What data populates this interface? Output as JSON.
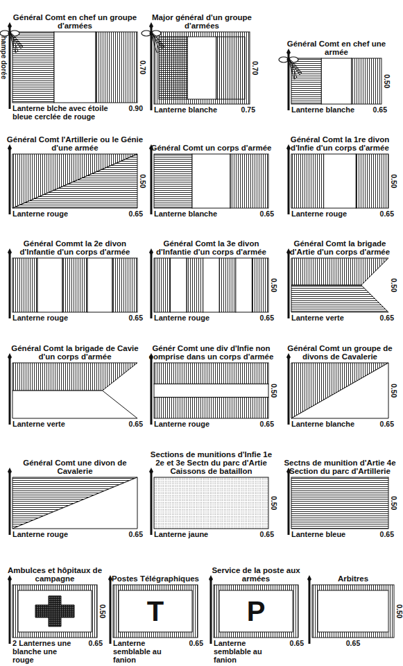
{
  "diagram": {
    "nodes": [
      {
        "text": [
          "Général Comt en chef un groupe d'armées",
          "Lanterne blche avec étoile bleue cerclée de rouge"
        ]
      },
      {
        "text": [
          "Major général d'un groupe d'armées",
          "Lanterne blanche"
        ]
      },
      {
        "text": [
          "Général Comt en chef une armée",
          "Lanterne blanche"
        ]
      },
      {
        "text": [
          "Général Comt l'Artillerie ou le Génie d'une armée",
          "Lanterne rouge"
        ]
      },
      {
        "text": [
          "Général Comt un corps d'armée",
          "Lanterne blanche"
        ]
      },
      {
        "text": [
          "Général Comt la 1re divon d'Infie d'un corps d'armée",
          "Lanterne rouge"
        ]
      },
      {
        "text": [
          "Général Commt la 2e divon d'Infantie d'un corps d'armée",
          "Lanterne rouge"
        ]
      },
      {
        "text": [
          "Général Comt la 3e divon d'Infantie d'un corps d'armée",
          "Lanterne rouge"
        ]
      },
      {
        "text": [
          "Général Comt la brigade d'Artie d'un corps d'armée",
          "Lanterne verte"
        ]
      },
      {
        "text": [
          "Général Comt la brigade de Cavie d'un corps d'armée",
          "Lanterne verte"
        ]
      },
      {
        "text": [
          "Génér Comt une div d'Infie non comprise dans un corps d'armée",
          "Lanterne rouge"
        ]
      },
      {
        "text": [
          "Général Comt un groupe de divons de Cavalerie",
          "Lanterne blanche"
        ]
      },
      {
        "text": [
          "Général Comt une divon de Cavalerie",
          "Lanterne rouge"
        ]
      },
      {
        "text": [
          "Sections de munitions d'Infie 1e 2e et 3e Sectn du parc d'Artie Caissons de bataillon",
          "Lanterne jaune"
        ]
      },
      {
        "text": [
          "Sectns de munition d'Artie 4e Section du parc d'Artillerie",
          "Lanterne bleue"
        ]
      },
      {
        "text": [
          "Ambulces et hôpitaux de campagne",
          "2 Lanternes une blanche une rouge"
        ]
      },
      {
        "text": [
          "Postes Télégraphiques",
          "T",
          "Lanterne semblable au fanion"
        ]
      },
      {
        "text": [
          "Service de la poste aux armées",
          "P",
          "Lanterne semblable au fanion"
        ]
      },
      {
        "text": [
          "Arbitres"
        ]
      }
    ],
    "labels": [
      "hampe dorée",
      "0.70",
      "0.90",
      "0.70",
      "0.75",
      "0.50",
      "0.65",
      "0.50",
      "0.65",
      "0.65",
      "0.50",
      "0.65",
      "0.65",
      "0.50",
      "0.65",
      "0.50",
      "0.65",
      "0.65",
      "0.50",
      "0.65",
      "0.50",
      "0.65",
      "0.65",
      "0.50",
      "0.65",
      "0.50",
      "0.65",
      "0.50",
      "0.65",
      "0.65",
      "0.65",
      "0.50",
      "0.65"
    ]
  }
}
